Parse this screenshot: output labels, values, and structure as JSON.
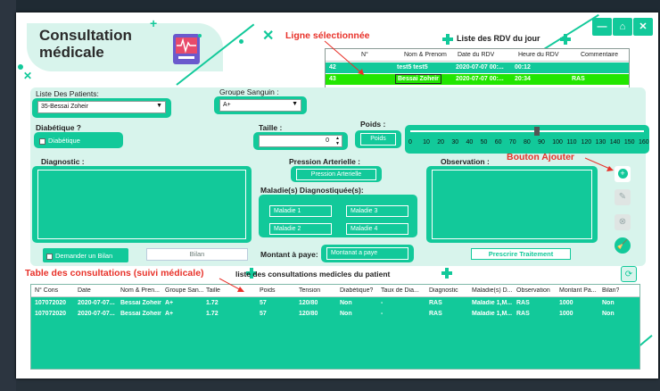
{
  "app": {
    "title_line1": "Consultation",
    "title_line2": "médicale"
  },
  "window_buttons": {
    "minimize": "—",
    "home": "⌂",
    "close": "✕"
  },
  "rdv": {
    "title": "Liste des RDV du jour",
    "columns": [
      "N°",
      "Nom & Prenom",
      "Date du RDV",
      "Heure du RDV",
      "Commentaire"
    ],
    "rows": [
      {
        "n": "42",
        "nom": "test5 test5",
        "date": "2020-07-07 00:...",
        "heure": "00:12",
        "comment": ""
      },
      {
        "n": "43",
        "nom": "Bessai Zoheir",
        "date": "2020-07-07 00:...",
        "heure": "20:34",
        "comment": "RAS"
      }
    ]
  },
  "annotations": {
    "selected_row": "Ligne sélectionnée",
    "add_button": "Bouton Ajouter",
    "table": "Table des consultations (suivi médicale)"
  },
  "form": {
    "patients_label": "Liste Des Patients:",
    "patients_value": "35-Bessai Zoheir",
    "blood_label": "Groupe Sanguin :",
    "blood_value": "A+",
    "diabetic_label": "Diabétique ?",
    "diabetic_check": "Diabétique",
    "height_label": "Taille :",
    "height_value": "0",
    "weight_label": "Poids :",
    "weight_field": "Poids",
    "weight_ticks": [
      "0",
      "10",
      "20",
      "30",
      "40",
      "50",
      "60",
      "70",
      "80",
      "90",
      "100",
      "110",
      "120",
      "130",
      "140",
      "150",
      "160"
    ],
    "weight_value": 88,
    "diagnostic_label": "Diagnostic :",
    "pressure_label": "Pression Arterielle :",
    "pressure_field": "Pression Arterielle",
    "diseases_label": "Maladie(s) Diagnostiquée(s):",
    "diseases": [
      "Maladie 1",
      "Maladie 3",
      "Maladie 2",
      "Maladie 4"
    ],
    "observation_label": "Observation :",
    "amount_label": "Montant à paye:",
    "amount_field": "Montanat a paye",
    "request_check": "Demander un Bilan",
    "bilan_button": "Bilan",
    "prescribe_button": "Prescrire Traitement"
  },
  "consultations": {
    "title": "liste des consultations medicles du patient",
    "columns": [
      "N° Cons",
      "Date",
      "Nom & Pren...",
      "Groupe San...",
      "Taille",
      "Poids",
      "Tension",
      "Diabétique?",
      "Taux de Dia...",
      "Diagnostic",
      "Maladie(s) D...",
      "Observation",
      "Montant Pa...",
      "Bilan?"
    ],
    "rows": [
      [
        "107072020",
        "2020-07-07...",
        "Bessai Zoheir",
        "A+",
        "1.72",
        "57",
        "120/80",
        "Non",
        "-",
        "RAS",
        "Maladie 1,M...",
        "RAS",
        "1000",
        "Non"
      ],
      [
        "107072020",
        "2020-07-07...",
        "Bessai Zoheir",
        "A+",
        "1.72",
        "57",
        "120/80",
        "Non",
        "-",
        "RAS",
        "Maladie 1,M...",
        "RAS",
        "1000",
        "Non"
      ]
    ]
  },
  "colors": {
    "accent": "#12c99a",
    "panel": "#d8f4ec",
    "selected": "#22e600",
    "annotation": "#e8322a"
  }
}
